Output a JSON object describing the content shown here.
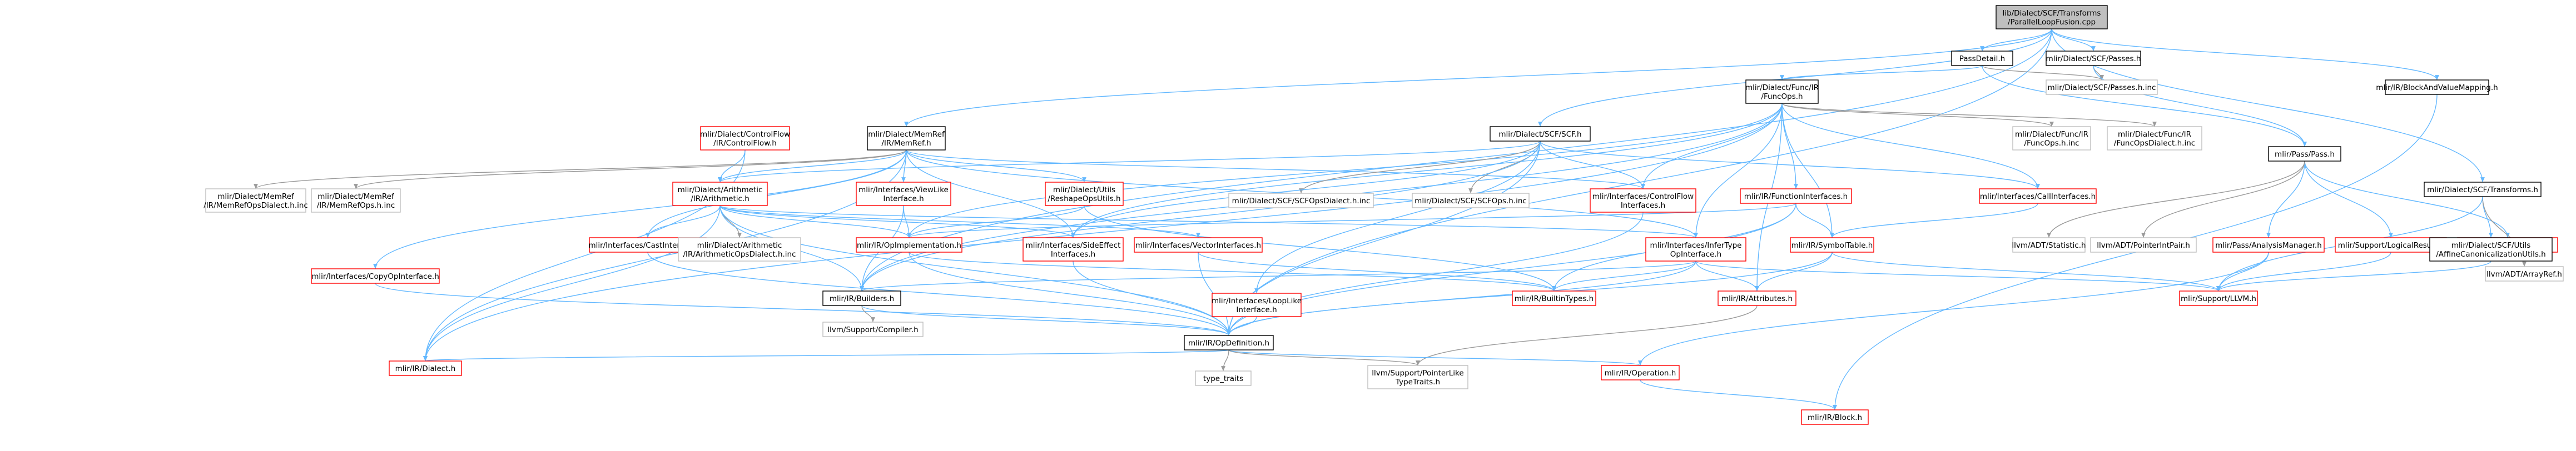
{
  "graph": {
    "colors": {
      "edge": "#63b8ff",
      "edge_muted": "#9a9a9a",
      "root_fill": "#bfbfbf",
      "red_border": "#ff0000",
      "black_border": "#000000",
      "gray_border": "#bfbfbf"
    },
    "nodes": [
      {
        "id": "root",
        "style": "root",
        "lines": [
          "lib/Dialect/SCF/Transforms",
          "/ParallelLoopFusion.cpp"
        ]
      },
      {
        "id": "passdetail",
        "style": "dark",
        "lines": [
          "PassDetail.h"
        ]
      },
      {
        "id": "scfpasses",
        "style": "dark",
        "lines": [
          "mlir/Dialect/SCF/Passes.h"
        ]
      },
      {
        "id": "blockandvalue",
        "style": "dark",
        "lines": [
          "mlir/IR/BlockAndValueMapping.h"
        ]
      },
      {
        "id": "funcops",
        "style": "dark",
        "lines": [
          "mlir/Dialect/Func/IR",
          "/FuncOps.h"
        ]
      },
      {
        "id": "scfpassesinc",
        "style": "gray",
        "lines": [
          "mlir/Dialect/SCF/Passes.h.inc"
        ]
      },
      {
        "id": "cfops",
        "style": "red",
        "lines": [
          "mlir/Dialect/ControlFlow",
          "/IR/ControlFlow.h"
        ]
      },
      {
        "id": "memref",
        "style": "dark",
        "lines": [
          "mlir/Dialect/MemRef",
          "/IR/MemRef.h"
        ]
      },
      {
        "id": "scfh",
        "style": "dark",
        "lines": [
          "mlir/Dialect/SCF/SCF.h"
        ]
      },
      {
        "id": "funcopsinc",
        "style": "gray",
        "lines": [
          "mlir/Dialect/Func/IR",
          "/FuncOps.h.inc"
        ]
      },
      {
        "id": "funcdialectinc",
        "style": "gray",
        "lines": [
          "mlir/Dialect/Func/IR",
          "/FuncOpsDialect.h.inc"
        ]
      },
      {
        "id": "passh",
        "style": "dark",
        "lines": [
          "mlir/Pass/Pass.h"
        ]
      },
      {
        "id": "scftransforms",
        "style": "dark",
        "lines": [
          "mlir/Dialect/SCF/Transforms.h"
        ]
      },
      {
        "id": "memrefdialectinc",
        "style": "gray",
        "lines": [
          "mlir/Dialect/MemRef",
          "/IR/MemRefOpsDialect.h.inc"
        ]
      },
      {
        "id": "memrefopsinc",
        "style": "gray",
        "lines": [
          "mlir/Dialect/MemRef",
          "/IR/MemRefOps.h.inc"
        ]
      },
      {
        "id": "arith",
        "style": "red",
        "lines": [
          "mlir/Dialect/Arithmetic",
          "/IR/Arithmetic.h"
        ]
      },
      {
        "id": "viewlike",
        "style": "red",
        "lines": [
          "mlir/Interfaces/ViewLike",
          "Interface.h"
        ]
      },
      {
        "id": "reshapeutils",
        "style": "red",
        "lines": [
          "mlir/Dialect/Utils",
          "/ReshapeOpsUtils.h"
        ]
      },
      {
        "id": "scfdialectinc",
        "style": "gray",
        "lines": [
          "mlir/Dialect/SCF/SCFOpsDialect.h.inc"
        ]
      },
      {
        "id": "scfopsinc",
        "style": "gray",
        "lines": [
          "mlir/Dialect/SCF/SCFOps.h.inc"
        ]
      },
      {
        "id": "cfinterfaces",
        "style": "red",
        "lines": [
          "mlir/Interfaces/ControlFlow",
          "Interfaces.h"
        ]
      },
      {
        "id": "funcinterfaces",
        "style": "red",
        "lines": [
          "mlir/IR/FunctionInterfaces.h"
        ]
      },
      {
        "id": "callinterfaces",
        "style": "red",
        "lines": [
          "mlir/Interfaces/CallInterfaces.h"
        ]
      },
      {
        "id": "analysismgr",
        "style": "red",
        "lines": [
          "mlir/Pass/AnalysisManager.h"
        ]
      },
      {
        "id": "logicalresult",
        "style": "red",
        "lines": [
          "mlir/Support/LogicalResult.h"
        ]
      },
      {
        "id": "passregistry",
        "style": "red",
        "lines": [
          "mlir/Pass/PassRegistry.h"
        ]
      },
      {
        "id": "ptrintpair",
        "style": "gray",
        "lines": [
          "llvm/ADT/PointerIntPair.h"
        ]
      },
      {
        "id": "statistic",
        "style": "gray",
        "lines": [
          "llvm/ADT/Statistic.h"
        ]
      },
      {
        "id": "affinecanon",
        "style": "dark",
        "lines": [
          "mlir/Dialect/SCF/Utils",
          "/AffineCanonicalizationUtils.h"
        ]
      },
      {
        "id": "arrayref",
        "style": "gray",
        "lines": [
          "llvm/ADT/ArrayRef.h"
        ]
      },
      {
        "id": "castinterfaces",
        "style": "red",
        "lines": [
          "mlir/Interfaces/CastInterfaces.h"
        ]
      },
      {
        "id": "arithdialectinc",
        "style": "gray",
        "lines": [
          "mlir/Dialect/Arithmetic",
          "/IR/ArithmeticOpsDialect.h.inc"
        ]
      },
      {
        "id": "opimpl",
        "style": "red",
        "lines": [
          "mlir/IR/OpImplementation.h"
        ]
      },
      {
        "id": "sideeffect",
        "style": "red",
        "lines": [
          "mlir/Interfaces/SideEffect",
          "Interfaces.h"
        ]
      },
      {
        "id": "vectorinterfaces",
        "style": "red",
        "lines": [
          "mlir/Interfaces/VectorInterfaces.h"
        ]
      },
      {
        "id": "infertype",
        "style": "red",
        "lines": [
          "mlir/Interfaces/InferType",
          "OpInterface.h"
        ]
      },
      {
        "id": "symboltable",
        "style": "red",
        "lines": [
          "mlir/IR/SymbolTable.h"
        ]
      },
      {
        "id": "copyop",
        "style": "red",
        "lines": [
          "mlir/Interfaces/CopyOpInterface.h"
        ]
      },
      {
        "id": "builders",
        "style": "dark",
        "lines": [
          "mlir/IR/Builders.h"
        ]
      },
      {
        "id": "looplike",
        "style": "red",
        "lines": [
          "mlir/Interfaces/LoopLike",
          "Interface.h"
        ]
      },
      {
        "id": "builtintypes",
        "style": "red",
        "lines": [
          "mlir/IR/BuiltinTypes.h"
        ]
      },
      {
        "id": "attributes",
        "style": "red",
        "lines": [
          "mlir/IR/Attributes.h"
        ]
      },
      {
        "id": "llvmh",
        "style": "red",
        "lines": [
          "mlir/Support/LLVM.h"
        ]
      },
      {
        "id": "compiler",
        "style": "gray",
        "lines": [
          "llvm/Support/Compiler.h"
        ]
      },
      {
        "id": "opdef",
        "style": "dark",
        "lines": [
          "mlir/IR/OpDefinition.h"
        ]
      },
      {
        "id": "dialect",
        "style": "red",
        "lines": [
          "mlir/IR/Dialect.h"
        ]
      },
      {
        "id": "typetraits",
        "style": "gray",
        "lines": [
          "type_traits"
        ]
      },
      {
        "id": "ptrliketraits",
        "style": "gray",
        "lines": [
          "llvm/Support/PointerLike",
          "TypeTraits.h"
        ]
      },
      {
        "id": "operation",
        "style": "red",
        "lines": [
          "mlir/IR/Operation.h"
        ]
      },
      {
        "id": "block",
        "style": "red",
        "lines": [
          "mlir/IR/Block.h"
        ]
      }
    ]
  }
}
